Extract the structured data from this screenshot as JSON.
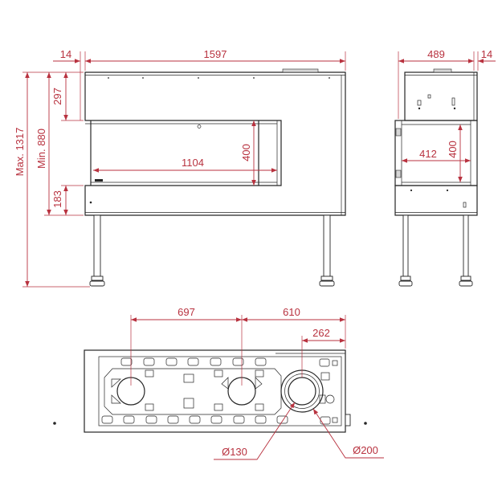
{
  "front_view": {
    "side_frame": "14",
    "overall": "1597",
    "upper_panel": "297",
    "opening_vertical": "400",
    "opening_horizontal": "1104",
    "lower_panel": "183",
    "minimum": "Min. 880",
    "maximum": "Max. 1317"
  },
  "side_view": {
    "overall": "489",
    "glass_frame": "14",
    "opening_vertical": "400",
    "opening_horizontal": "412"
  },
  "top_view": {
    "first_spacing": "697",
    "second_spacing": "610",
    "flue_distance": "262",
    "inner_diameter": "Ø130",
    "outer_diameter": "Ø200"
  },
  "colors": {
    "dimension": "#b8323f",
    "outline": "#262626"
  }
}
